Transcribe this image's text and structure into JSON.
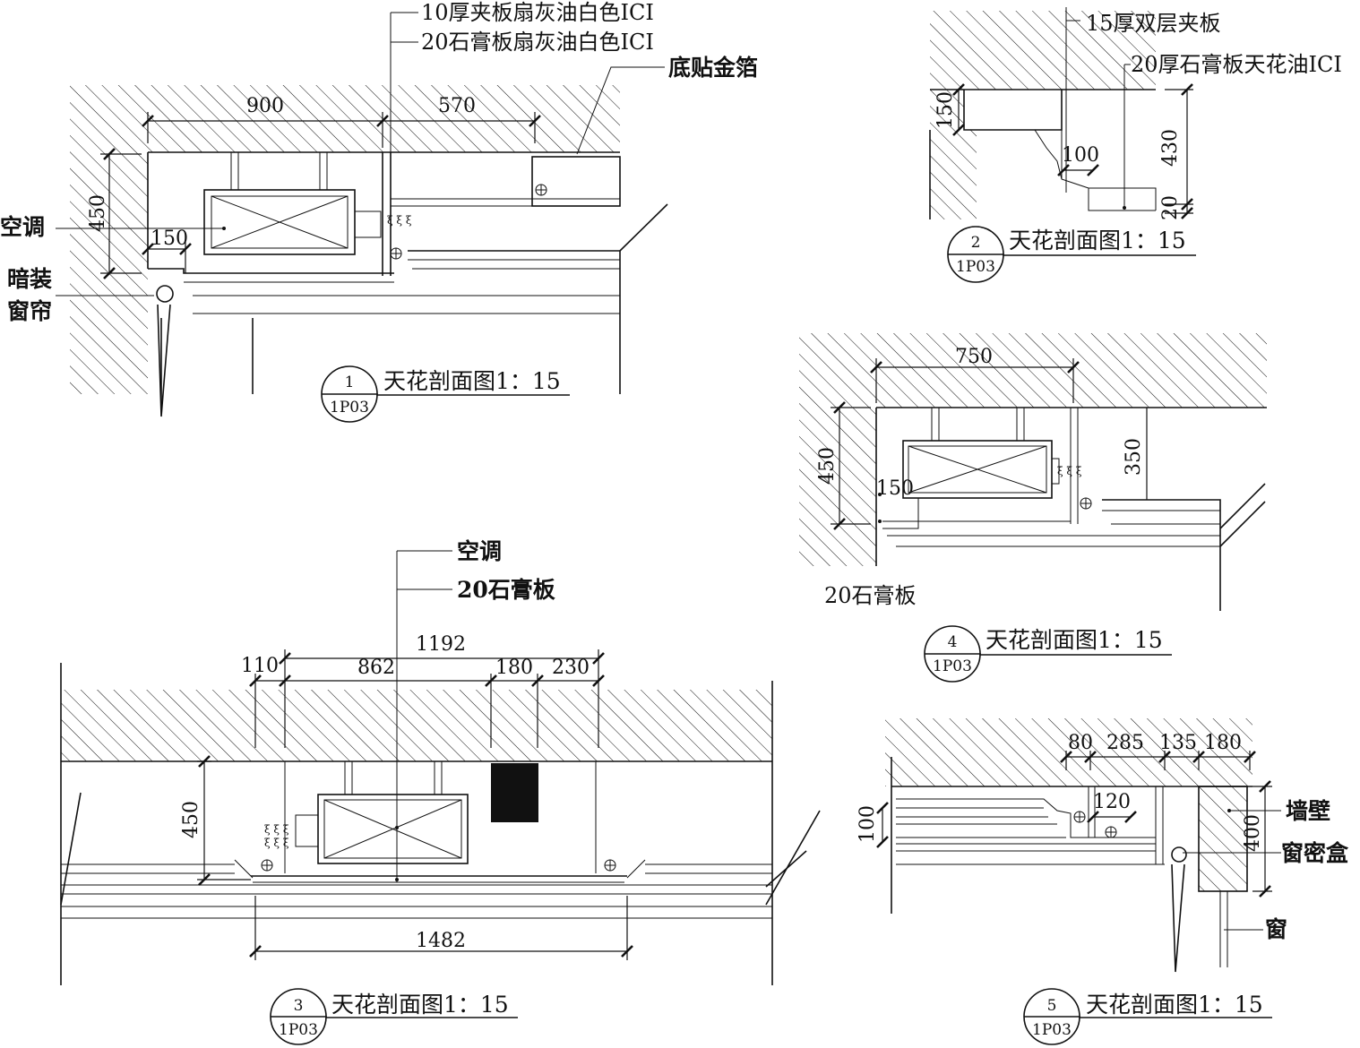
{
  "colors": {
    "ink": "#111111",
    "paper": "#ffffff"
  },
  "details": [
    {
      "id": "detail-1",
      "title": {
        "num": "1",
        "sheet": "1P03",
        "text": "天花剖面图1：15"
      },
      "labels": [
        "10厚夹板扇灰油白色ICI",
        "20石膏板扇灰油白色ICI",
        "底贴金箔",
        "空调",
        "暗装",
        "窗帘"
      ],
      "dimensions": [
        "900",
        "570",
        "450",
        "150"
      ]
    },
    {
      "id": "detail-2",
      "title": {
        "num": "2",
        "sheet": "1P03",
        "text": "天花剖面图1：15"
      },
      "labels": [
        "15厚双层夹板",
        "20厚石膏板天花油ICI"
      ],
      "dimensions": [
        "150",
        "100",
        "430",
        "20"
      ]
    },
    {
      "id": "detail-3",
      "title": {
        "num": "3",
        "sheet": "1P03",
        "text": "天花剖面图1：15"
      },
      "labels": [
        "空调",
        "20石膏板"
      ],
      "dimensions": [
        "1192",
        "110",
        "862",
        "180",
        "230",
        "450",
        "1482"
      ]
    },
    {
      "id": "detail-4",
      "title": {
        "num": "4",
        "sheet": "1P03",
        "text": "天花剖面图1：15"
      },
      "labels": [
        "20石膏板"
      ],
      "dimensions": [
        "750",
        "450",
        "350",
        "150"
      ]
    },
    {
      "id": "detail-5",
      "title": {
        "num": "5",
        "sheet": "1P03",
        "text": "天花剖面图1：15"
      },
      "labels": [
        "墙壁",
        "窗密盒",
        "窗"
      ],
      "dimensions": [
        "80",
        "285",
        "135",
        "180",
        "120",
        "100",
        "400"
      ]
    }
  ]
}
